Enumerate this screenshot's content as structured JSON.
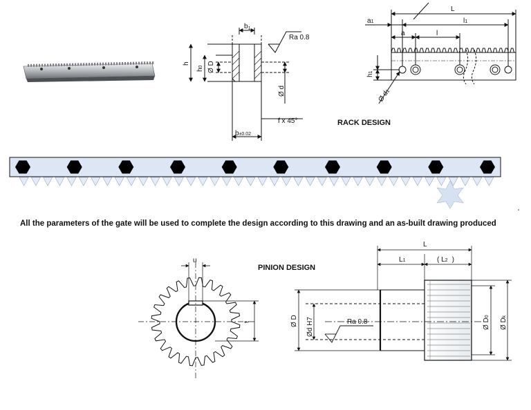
{
  "labels": {
    "rack_design": "RACK DESIGN",
    "pinion_design": "PINION DESIGN",
    "caption": "All the parameters of the gate will be used to complete the design according to this drawing and an as-built drawing produced"
  },
  "rack_section": {
    "b1": "b",
    "b1_sub": "1",
    "ra": "Ra 0.8",
    "h": "h",
    "h0": "h",
    "h0_sub": "0",
    "D": "Ø D",
    "d": "Ø d",
    "chamfer": "f x 45°",
    "b_tol": "b",
    "b_tol_sub": "±0.02"
  },
  "rack_side": {
    "L": "L",
    "a1": "a",
    "a1_sub": "1",
    "l1": "l",
    "l1_sub": "1",
    "a": "a",
    "l": "l",
    "h1": "h",
    "h1_sub": "1",
    "d1": "Ø d",
    "d1_sub": "1"
  },
  "pinion_front": {
    "u": "u",
    "t": "t"
  },
  "pinion_side": {
    "L": "L",
    "L1": "L",
    "L1_sub": "1",
    "L2": "( L",
    "L2_sub": "2",
    "L2_close": ")",
    "D": "Ø D",
    "dH7": "Ød H7",
    "ra": "Ra  0.8",
    "D0": "Ø D",
    "D0_sub": "0",
    "Dk": "Ø D",
    "Dk_sub": "k"
  },
  "colors": {
    "rack_bar_fill": "#dde6f4",
    "hexagon_fill": "#000000",
    "star_fill": "#d6e2f2",
    "line": "#111111"
  },
  "rack_bar": {
    "hexagon_count": 10,
    "tooth_count": 40
  }
}
